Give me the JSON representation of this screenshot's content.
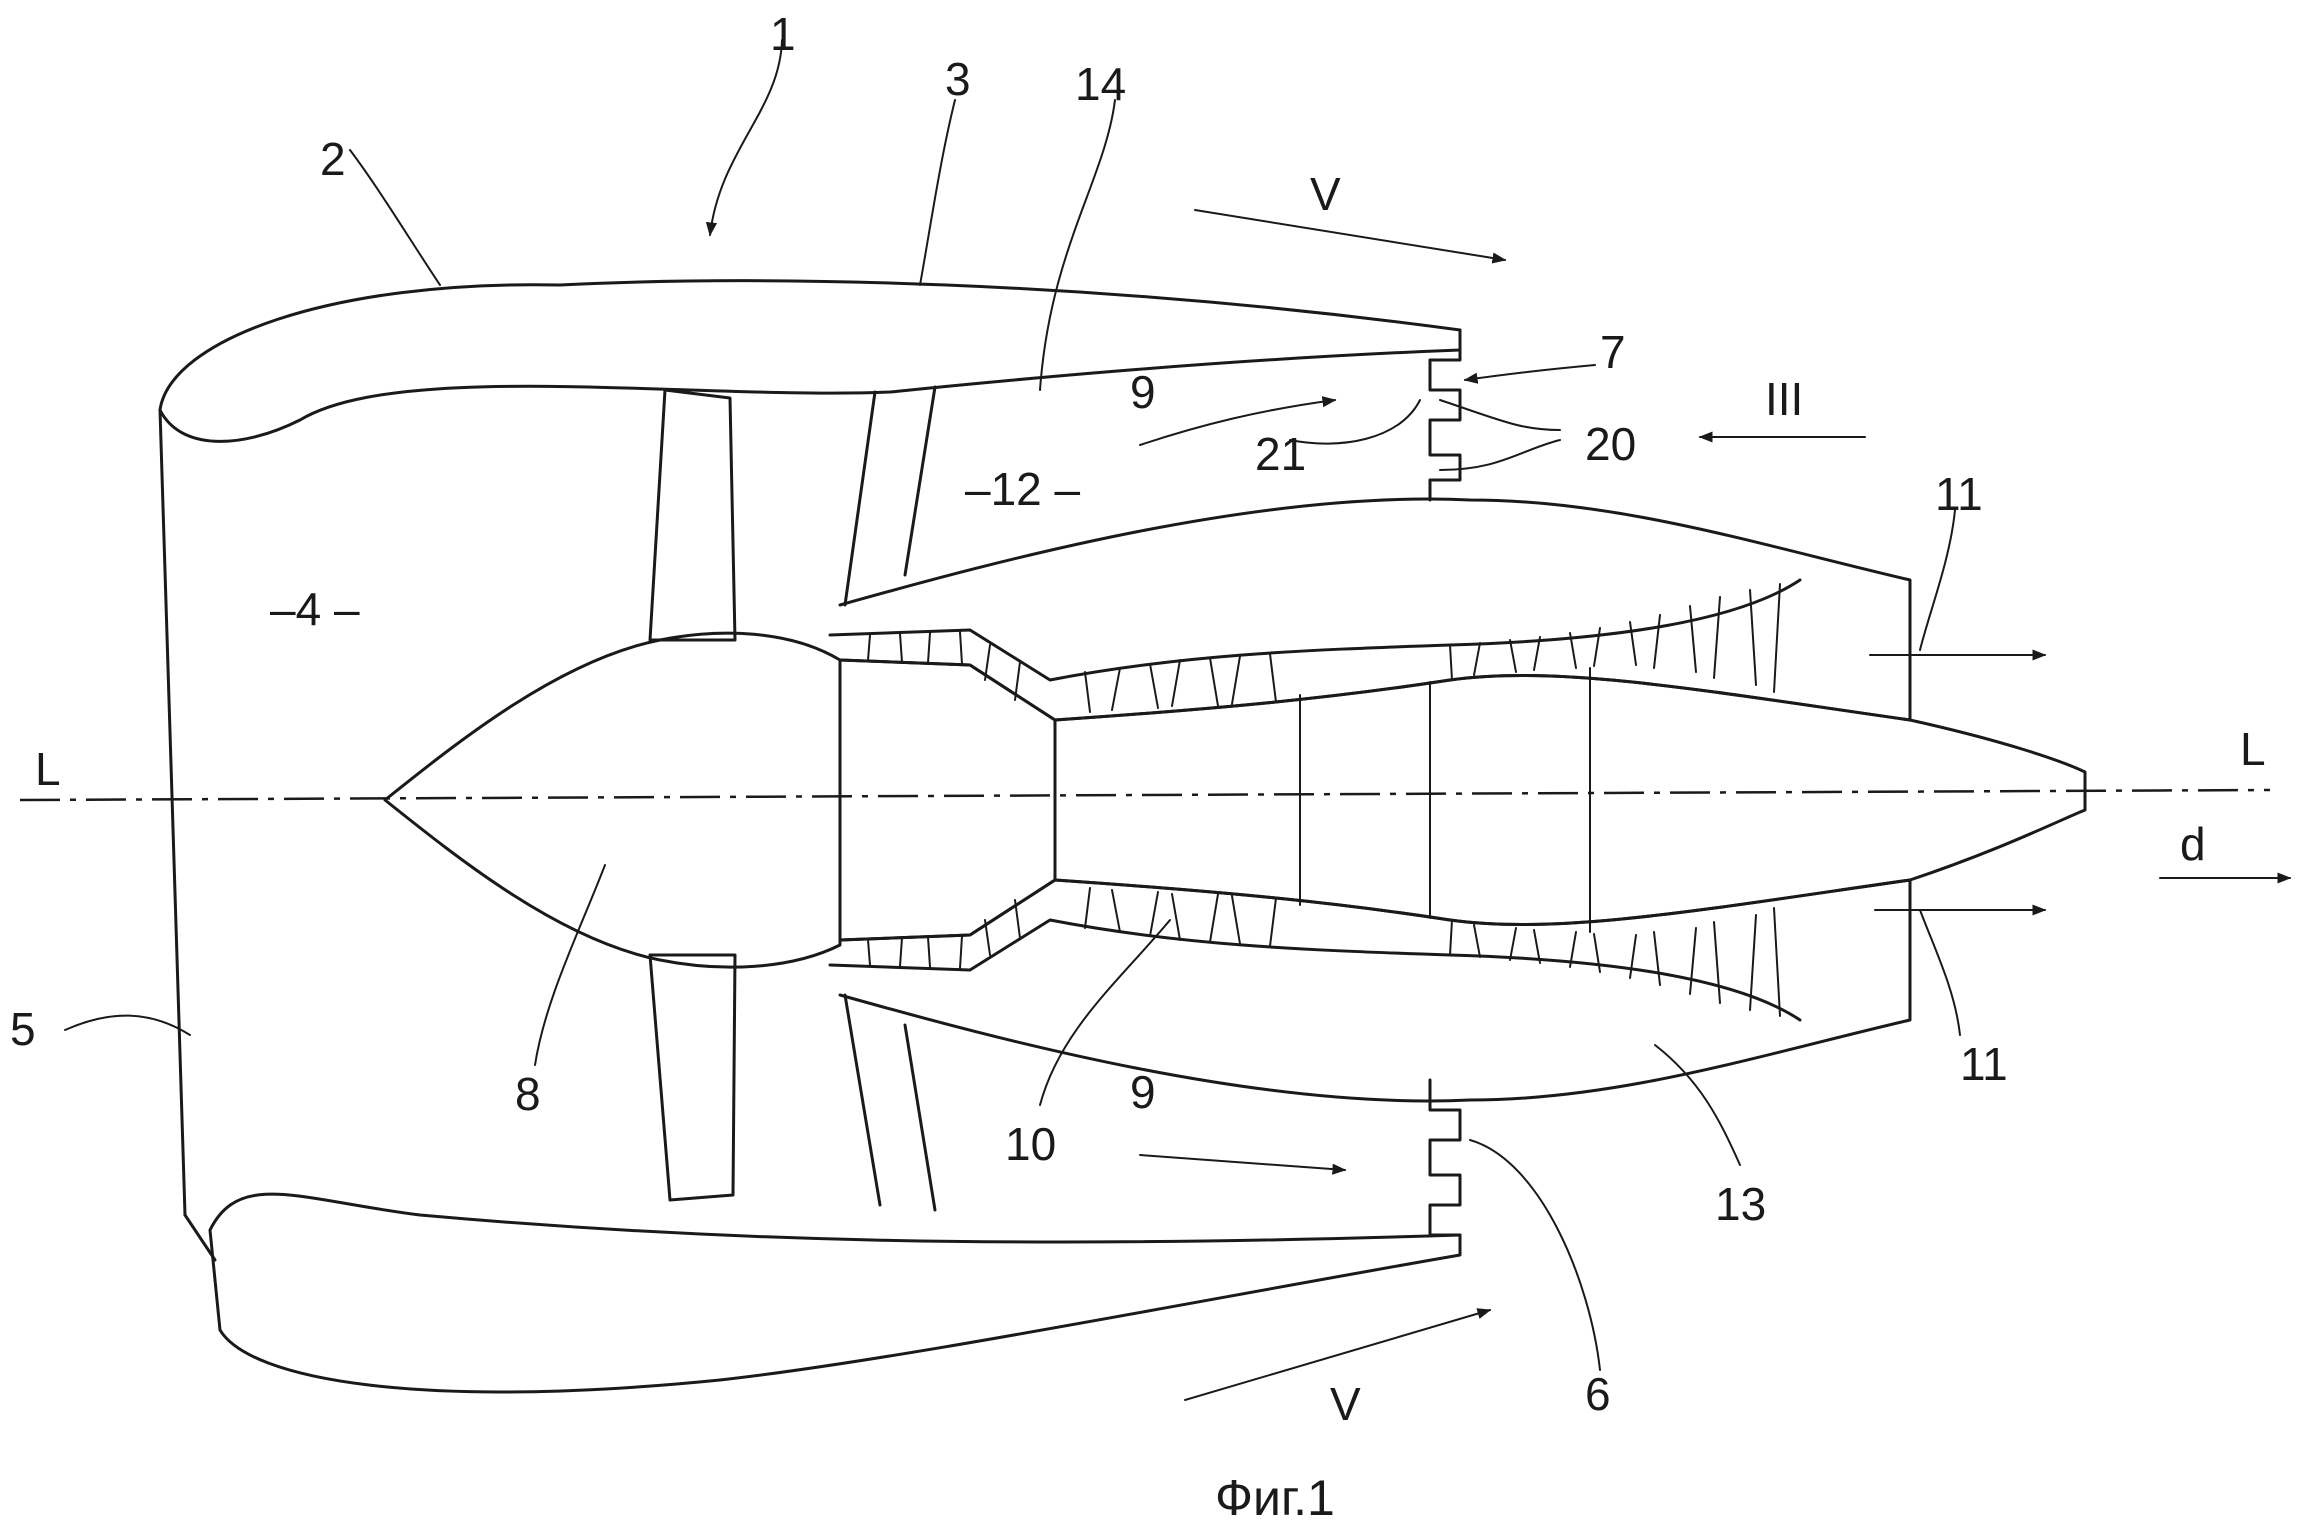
{
  "labels": {
    "n1": "1",
    "n2": "2",
    "n3": "3",
    "n14": "14",
    "v_top": "V",
    "n7": "7",
    "n9_top": "9",
    "n21": "21",
    "n20": "20",
    "n3_roman": "III",
    "n12": "–12 –",
    "n4": "–4 –",
    "n11_top": "11",
    "l_left": "L",
    "l_right": "L",
    "d": "d",
    "n5": "5",
    "n8": "8",
    "n10": "10",
    "n9_bottom": "9",
    "n11_bottom": "11",
    "n13": "13",
    "n6": "6",
    "v_bottom": "V"
  },
  "caption": "Фиг.1"
}
